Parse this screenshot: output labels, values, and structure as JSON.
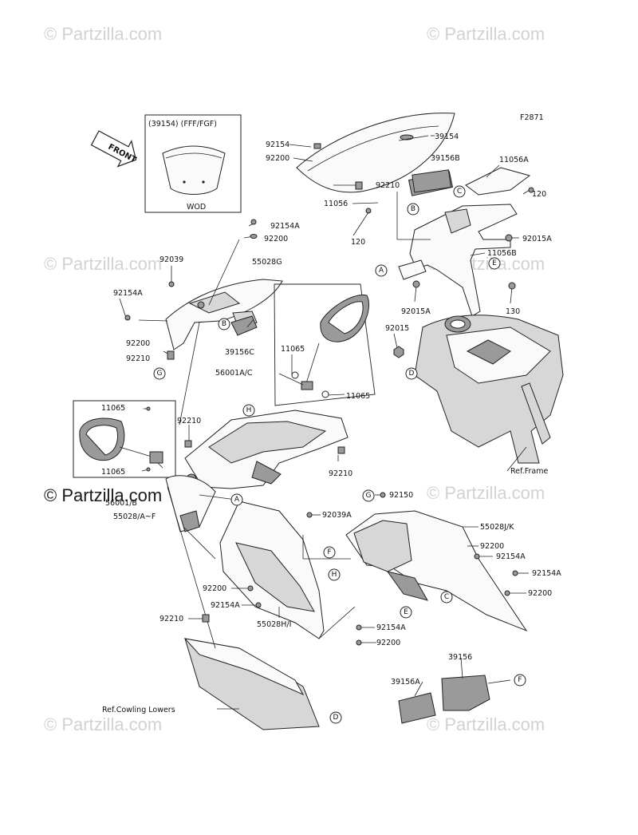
{
  "diagram_code": "F2871",
  "front_label": "FRONT",
  "inset_windshield": {
    "title": "(39154) (FFF/FGF)",
    "caption": "WOD"
  },
  "watermark_text": "© Partzilla.com",
  "part_labels": {
    "p39154": "39154",
    "p92154_top": "92154",
    "p92200_top": "92200",
    "p92210_top": "92210",
    "p39156B": "39156B",
    "p11056A": "11056A",
    "p11056": "11056",
    "p120_a": "120",
    "p120_b": "120",
    "p92015A_a": "92015A",
    "p11056B": "11056B",
    "p92015A_b": "92015A",
    "p130": "130",
    "p92015": "92015",
    "p92154A_a": "92154A",
    "p92200_a": "92200",
    "p55028G": "55028G",
    "p92039": "92039",
    "p92154A_b": "92154A",
    "p92200_b": "92200",
    "p92210_b": "92210",
    "p39156C": "39156C",
    "p11065_a": "11065",
    "p56001AC": "56001A/C",
    "p11065_b": "11065",
    "p11065_c": "11065",
    "p92210_c": "92210",
    "p11065_d": "11065",
    "p92210_d": "92210",
    "p56001B": "56001/B",
    "p55028AF": "55028/A~F",
    "p92150": "92150",
    "p92039A": "92039A",
    "p55028JK": "55028J/K",
    "p92200_c": "92200",
    "p92154A_c": "92154A",
    "p92154A_d": "92154A",
    "p92200_d": "92200",
    "p92200_e": "92200",
    "p92154A_e": "92154A",
    "p55028HI": "55028H/I",
    "p92210_e": "92210",
    "p92154A_f": "92154A",
    "p92200_f": "92200",
    "p39156": "39156",
    "p39156A": "39156A"
  },
  "reference_labels": {
    "frame": "Ref.Frame",
    "cowling_lowers": "Ref.Cowling Lowers"
  },
  "callouts": {
    "a1": "A",
    "a2": "A",
    "b1": "B",
    "b2": "B",
    "c1": "C",
    "c2": "C",
    "d1": "D",
    "d2": "D",
    "e1": "E",
    "e2": "E",
    "f1": "F",
    "f2": "F",
    "g1": "G",
    "g2": "G",
    "h1": "H",
    "h2": "H"
  }
}
